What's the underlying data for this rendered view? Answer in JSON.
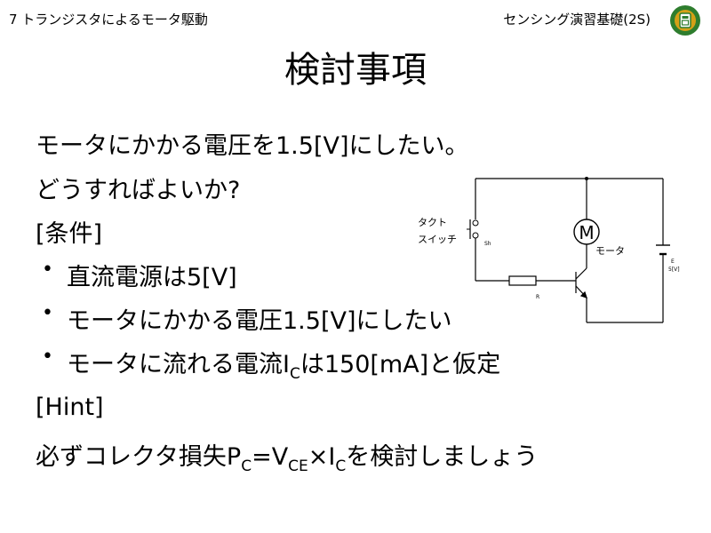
{
  "header": {
    "left": "7 トランジスタによるモータ駆動",
    "right": "センシング演習基礎(2S)"
  },
  "title": "検討事項",
  "lines": [
    "モータにかかる電圧を1.5[V]にしたい。",
    "どうすればよいか?",
    "[条件]"
  ],
  "bullets": {
    "b1": "直流電源は5[V]",
    "b2": "モータにかかる電圧1.5[V]にしたい",
    "b3": {
      "pre": "モータに流れる電流I",
      "sub": "C",
      "post": "は150[mA]と仮定"
    }
  },
  "hint": {
    "label": "[Hint]",
    "pre": "必ずコレクタ損失P",
    "sub1": "C",
    "mid1": "=V",
    "sub2": "CE",
    "mid2": "×I",
    "sub3": "C",
    "post": "を検討しましょう"
  },
  "circuit": {
    "switch_label_1": "タクト",
    "switch_label_2": "スイッチ",
    "switch_ref": "Sh",
    "motor_symbol": "M",
    "motor_label": "モータ",
    "resistor_ref": "R",
    "battery_ref": "E",
    "battery_value": "5[V]"
  },
  "colors": {
    "logo_green": "#2e7d2e",
    "logo_gold": "#d4a017",
    "text": "#000000"
  }
}
